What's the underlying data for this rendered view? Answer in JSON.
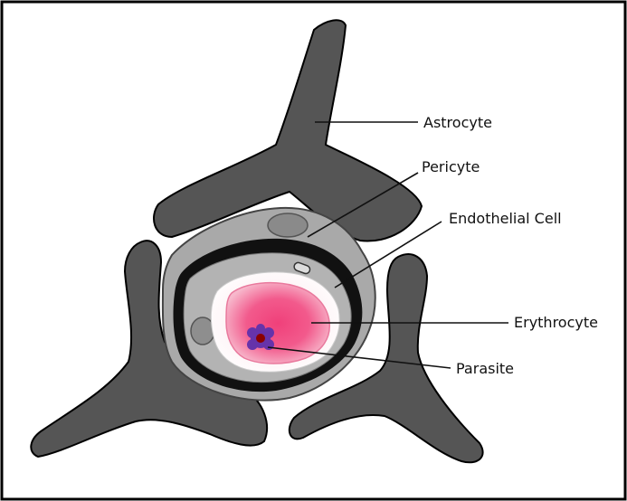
{
  "diagram": {
    "labels": {
      "astrocyte": "Astrocyte",
      "pericyte": "Pericyte",
      "endothelial_cell": "Endothelial Cell",
      "erythrocyte": "Erythrocyte",
      "parasite": "Parasite"
    },
    "colors": {
      "astrocyte": "#555555",
      "basement_membrane": "#111111",
      "endothelium": "#a9a9a9",
      "lumen": "#f2f2f2",
      "erythrocyte": "#f0407a",
      "parasite": "#6633aa",
      "parasite_core": "#8b0000",
      "border": "#000000"
    }
  }
}
